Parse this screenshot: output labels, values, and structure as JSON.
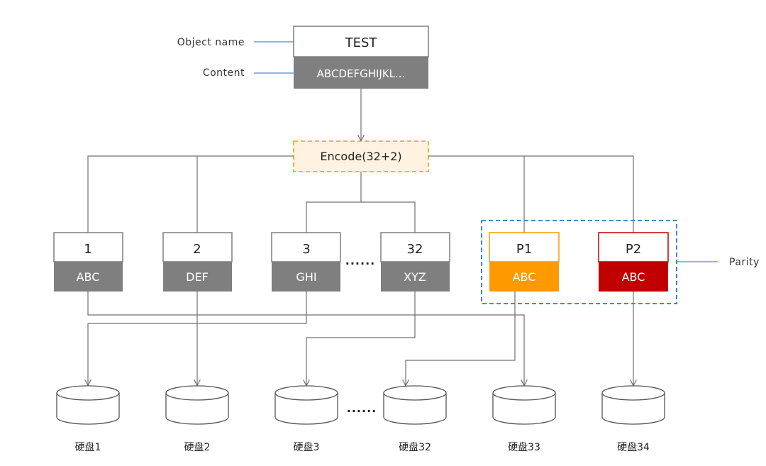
{
  "object": {
    "name_label": "Object name",
    "content_label": "Content",
    "name": "TEST",
    "content": "ABCDEFGHIJKL..."
  },
  "encode": {
    "label": "Encode(32+2)"
  },
  "data_blocks": [
    {
      "id": "1",
      "data": "ABC"
    },
    {
      "id": "2",
      "data": "DEF"
    },
    {
      "id": "3",
      "data": "GHI"
    },
    {
      "id": "32",
      "data": "XYZ"
    }
  ],
  "parity_blocks": [
    {
      "id": "P1",
      "data": "ABC",
      "color": "#ff9900"
    },
    {
      "id": "P2",
      "data": "ABC",
      "color": "#c00000"
    }
  ],
  "parity_label": "Parity",
  "ellipsis": "......",
  "disks": [
    "硬盘1",
    "硬盘2",
    "硬盘3",
    "硬盘32",
    "硬盘33",
    "硬盘34"
  ],
  "colors": {
    "block_fill": "#7f7f7f",
    "encode_border": "#ff9900",
    "encode_fill": "#fff2e0",
    "parity_group_border": "#2f75d6",
    "leader_line": "#4a86e8",
    "line": "#707070"
  }
}
